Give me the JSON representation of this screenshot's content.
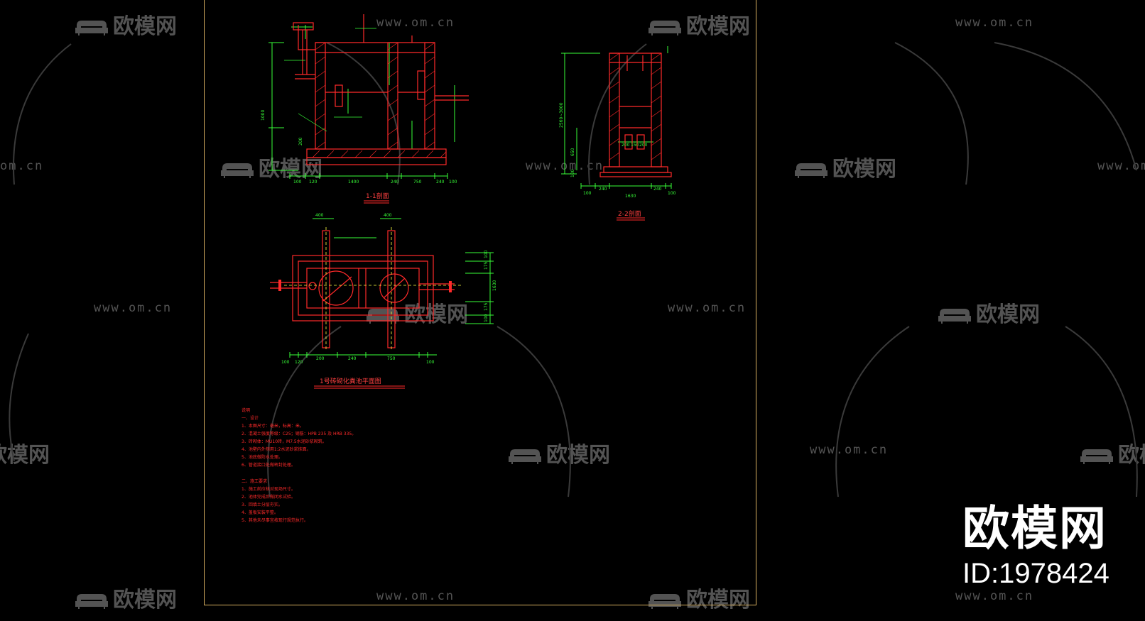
{
  "watermark": {
    "logo_text": "欧模网",
    "url_text": "www.om.cn",
    "url_partial": "om.cn"
  },
  "drawing": {
    "section_1_title": "1-1剖面",
    "section_2_title": "2-2剖面",
    "plan_title": "1号砖砌化粪池平面图"
  },
  "dims": {
    "s1_bottom": [
      "100",
      "120",
      "1400",
      "240",
      "750",
      "240",
      "100"
    ],
    "s2_bottom": [
      "100",
      "240",
      "1630",
      "240",
      "100"
    ],
    "s2_inner": [
      "200",
      "150",
      "200"
    ],
    "plan_bottom": [
      "100",
      "120",
      "200",
      "240",
      "750",
      "100"
    ],
    "plan_side": [
      "100",
      "175",
      "1630",
      "175",
      "100"
    ],
    "plan_top": [
      "400",
      "400"
    ],
    "s1_left": [
      "1000",
      "200"
    ],
    "s2_left": [
      "2560~3000",
      "650",
      "100"
    ]
  },
  "notes": [
    "说明",
    "一、设计",
    "1、本图尺寸：毫米，标高：米。",
    "2、混凝土强度等级：C25；钢筋：HPB 235 及 HRB 335。",
    "3、砖砌体：MU10砖，M7.5水泥砂浆砌筑。",
    "4、池壁内外侧用1:2水泥砂浆抹面。",
    "5、池底做防水处理。",
    "6、管道接口处做密封处理。",
    "二、施工要求",
    "1、施工前应核对现场尺寸。",
    "2、池体完成后做闭水试验。",
    "3、回填土分层夯实。",
    "4、盖板安装平整。",
    "5、其他未尽事宜按现行规范执行。"
  ],
  "brand": {
    "name": "欧模网",
    "id_text": "ID:1978424"
  },
  "colors": {
    "red": "#ff2a2a",
    "green": "#38ff38",
    "yellow": "#ffff40",
    "cyan": "#40ffff",
    "sheet_border": "#d8b060",
    "watermark": "#6f6f6f"
  }
}
